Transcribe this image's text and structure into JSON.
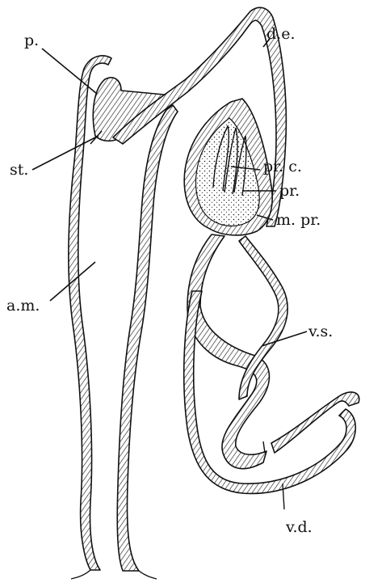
{
  "labels": {
    "penis": "p.",
    "ductus_ejaculatorius": "d.e.",
    "stylet": "st.",
    "prostate_cavity": "pr. c.",
    "prostate": "pr.",
    "prostate_muscle": "m. pr.",
    "atrium_masculinum": "a.m.",
    "vesicula_seminalis": "v.s.",
    "vas_deferens": "v.d."
  }
}
